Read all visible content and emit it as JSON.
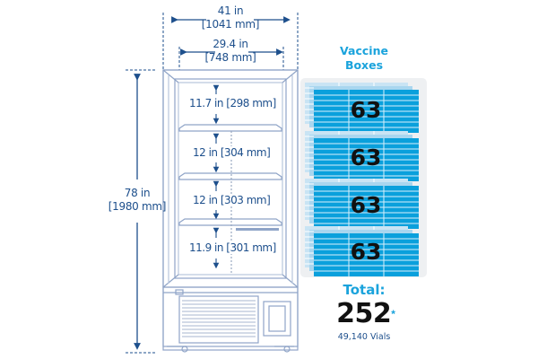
{
  "dimensions": {
    "overall_width": {
      "imperial": "41 in",
      "metric": "[1041 mm]"
    },
    "interior_width": {
      "imperial": "29.4 in",
      "metric": "[748 mm]"
    },
    "overall_height": {
      "imperial": "78 in",
      "metric": "[1980 mm]"
    },
    "shelves": [
      {
        "label": "11.7 in [298 mm]"
      },
      {
        "label": "12 in [304 mm]"
      },
      {
        "label": "12 in [303 mm]"
      },
      {
        "label": "11.9 in [301 mm]"
      }
    ]
  },
  "vaccine_boxes": {
    "title_line1": "Vaccine",
    "title_line2": "Boxes",
    "shelf_counts": [
      "63",
      "63",
      "63",
      "63"
    ]
  },
  "total": {
    "label": "Total:",
    "value": "252",
    "asterisk": "*",
    "vials": "49,140 Vials"
  },
  "colors": {
    "line_blue": "#1d4f8c",
    "outline_blue": "#8fa4c7",
    "accent_cyan": "#1aa3dc",
    "box_blue": "#0aa0dc",
    "box_light": "#a9d6ef",
    "panel_gray": "#eef0f2"
  }
}
